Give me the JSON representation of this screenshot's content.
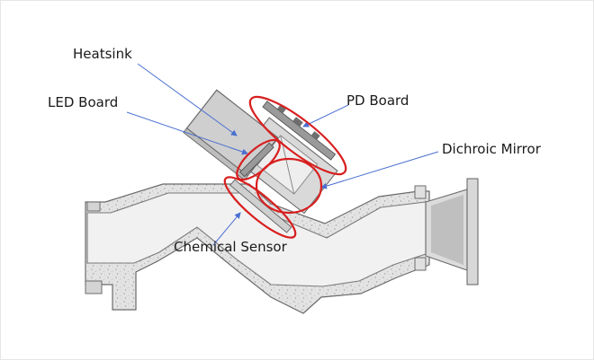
{
  "labels": {
    "heatsink": "Heatsink",
    "led_board": "LED Board",
    "pd_board": "PD Board",
    "dichroic_mirror": "Dichroic Mirror",
    "chemical_sensor": "Chemical Sensor"
  },
  "colors": {
    "highlight_ellipse": "#d81f1f",
    "leader_line": "#4a6fd1",
    "body_fill": "#e7e7e7",
    "body_speckle": "#b8b8b8",
    "heatsink_fill": "#cfcfcf",
    "outline": "#6b6b6b"
  }
}
